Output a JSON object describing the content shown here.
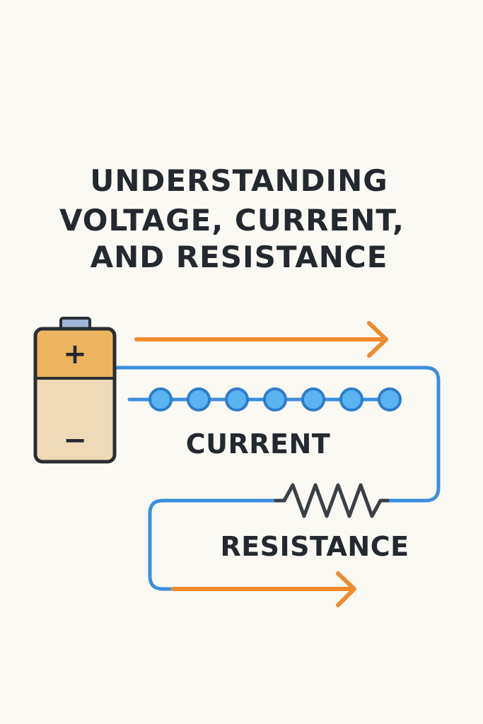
{
  "title": {
    "line1": "UNDERSTANDING",
    "line2": "VOLTAGE, CURRENT,",
    "line3": "AND RESISTANCE"
  },
  "battery": {
    "positive_symbol": "+",
    "negative_symbol": "−"
  },
  "labels": {
    "current": "CURRENT",
    "resistance": "RESISTANCE"
  },
  "electrons": {
    "count": 7
  },
  "colors": {
    "background": "#FAF9F4",
    "text": "#23292E",
    "wire": "#3E8EDB",
    "arrow": "#F08A2C",
    "electron_fill": "#5AB4F2",
    "electron_stroke": "#2E7CCB",
    "battery_top": "#EDB45F",
    "battery_bottom": "#EEDAB6",
    "battery_outline": "#2A2E33",
    "battery_cap": "#9DB5D6",
    "resistor": "#3B4046"
  },
  "icons": {
    "battery": "battery-icon",
    "resistor": "resistor-zigzag-icon",
    "electron": "electron-dot-icon",
    "arrow": "arrow-right-icon"
  }
}
